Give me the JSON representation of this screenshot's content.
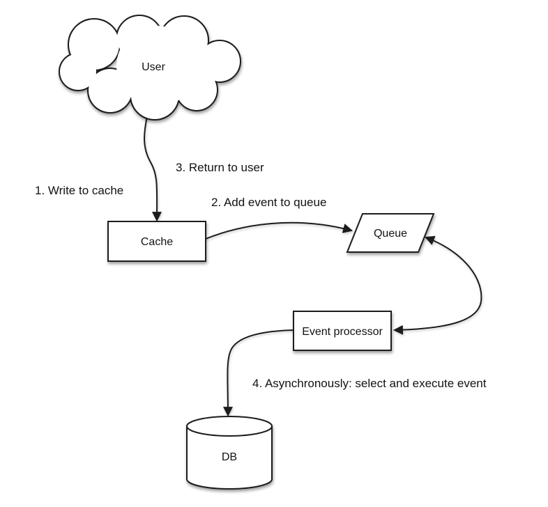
{
  "background": "#ffffff",
  "colors": {
    "stroke": "#1c1c1c",
    "shape_fill": "#ffffff",
    "text": "#121212"
  },
  "diagram": {
    "type": "flow-diagram",
    "nodes": {
      "user": {
        "label": "User",
        "shape": "cloud"
      },
      "cache": {
        "label": "Cache",
        "shape": "rectangle"
      },
      "queue": {
        "label": "Queue",
        "shape": "parallelogram"
      },
      "event_processor": {
        "label": "Event processor",
        "shape": "rectangle"
      },
      "db": {
        "label": "DB",
        "shape": "cylinder"
      }
    },
    "edges": [
      {
        "from": "user",
        "to": "cache",
        "arrowheads": "end"
      },
      {
        "from": "cache",
        "to": "queue",
        "arrowheads": "end"
      },
      {
        "from": "queue",
        "to": "event_processor",
        "arrowheads": "both"
      },
      {
        "from": "event_processor",
        "to": "db",
        "arrowheads": "end"
      }
    ],
    "step_labels": {
      "step1": "1. Write to cache",
      "step2": "2. Add event to queue",
      "step3": "3. Return to user",
      "step4": "4. Asynchronously: select and execute event"
    }
  }
}
